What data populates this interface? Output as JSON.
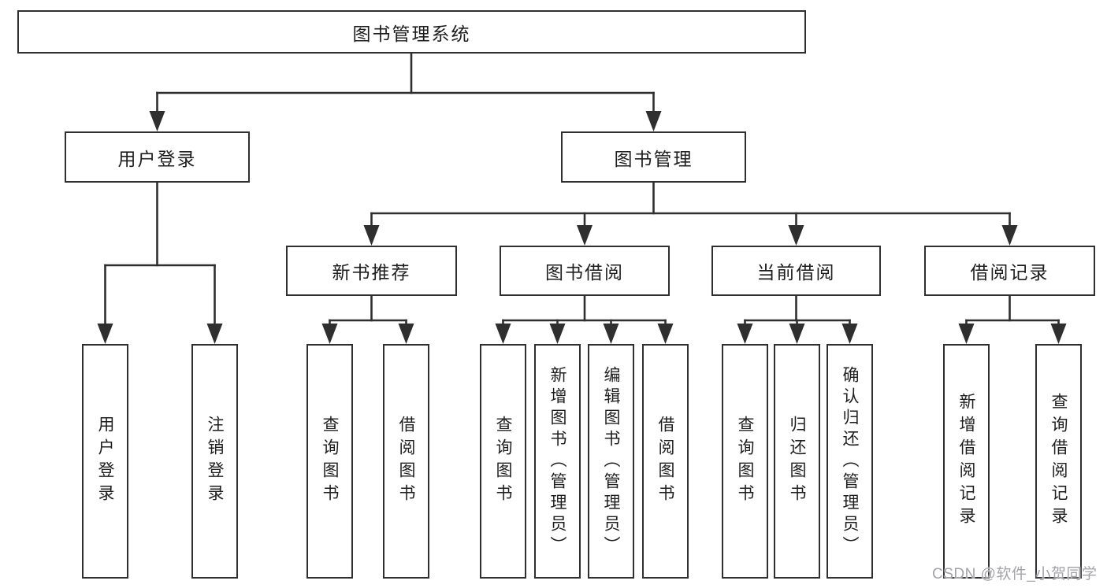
{
  "tree": {
    "label": "图书管理系统",
    "children": [
      {
        "label": "用户登录",
        "children": [
          {
            "label": "用户登录"
          },
          {
            "label": "注销登录"
          }
        ]
      },
      {
        "label": "图书管理",
        "children": [
          {
            "label": "新书推荐",
            "children": [
              {
                "label": "查询图书"
              },
              {
                "label": "借阅图书"
              }
            ]
          },
          {
            "label": "图书借阅",
            "children": [
              {
                "label": "查询图书"
              },
              {
                "label": "新增图书（管理员）"
              },
              {
                "label": "编辑图书（管理员）"
              },
              {
                "label": "借阅图书"
              }
            ]
          },
          {
            "label": "当前借阅",
            "children": [
              {
                "label": "查询图书"
              },
              {
                "label": "归还图书"
              },
              {
                "label": "确认归还（管理员）"
              }
            ]
          },
          {
            "label": "借阅记录",
            "children": [
              {
                "label": "新增借阅记录"
              },
              {
                "label": "查询借阅记录"
              }
            ]
          }
        ]
      }
    ]
  },
  "watermark": {
    "text": "CSDN @软件_小贺同学"
  },
  "colors": {
    "line": "#2f2f2f",
    "box_border": "#2f2f2f",
    "text": "#1e1e1e",
    "watermark": "#a3a3a8",
    "background": "#ffffff"
  }
}
